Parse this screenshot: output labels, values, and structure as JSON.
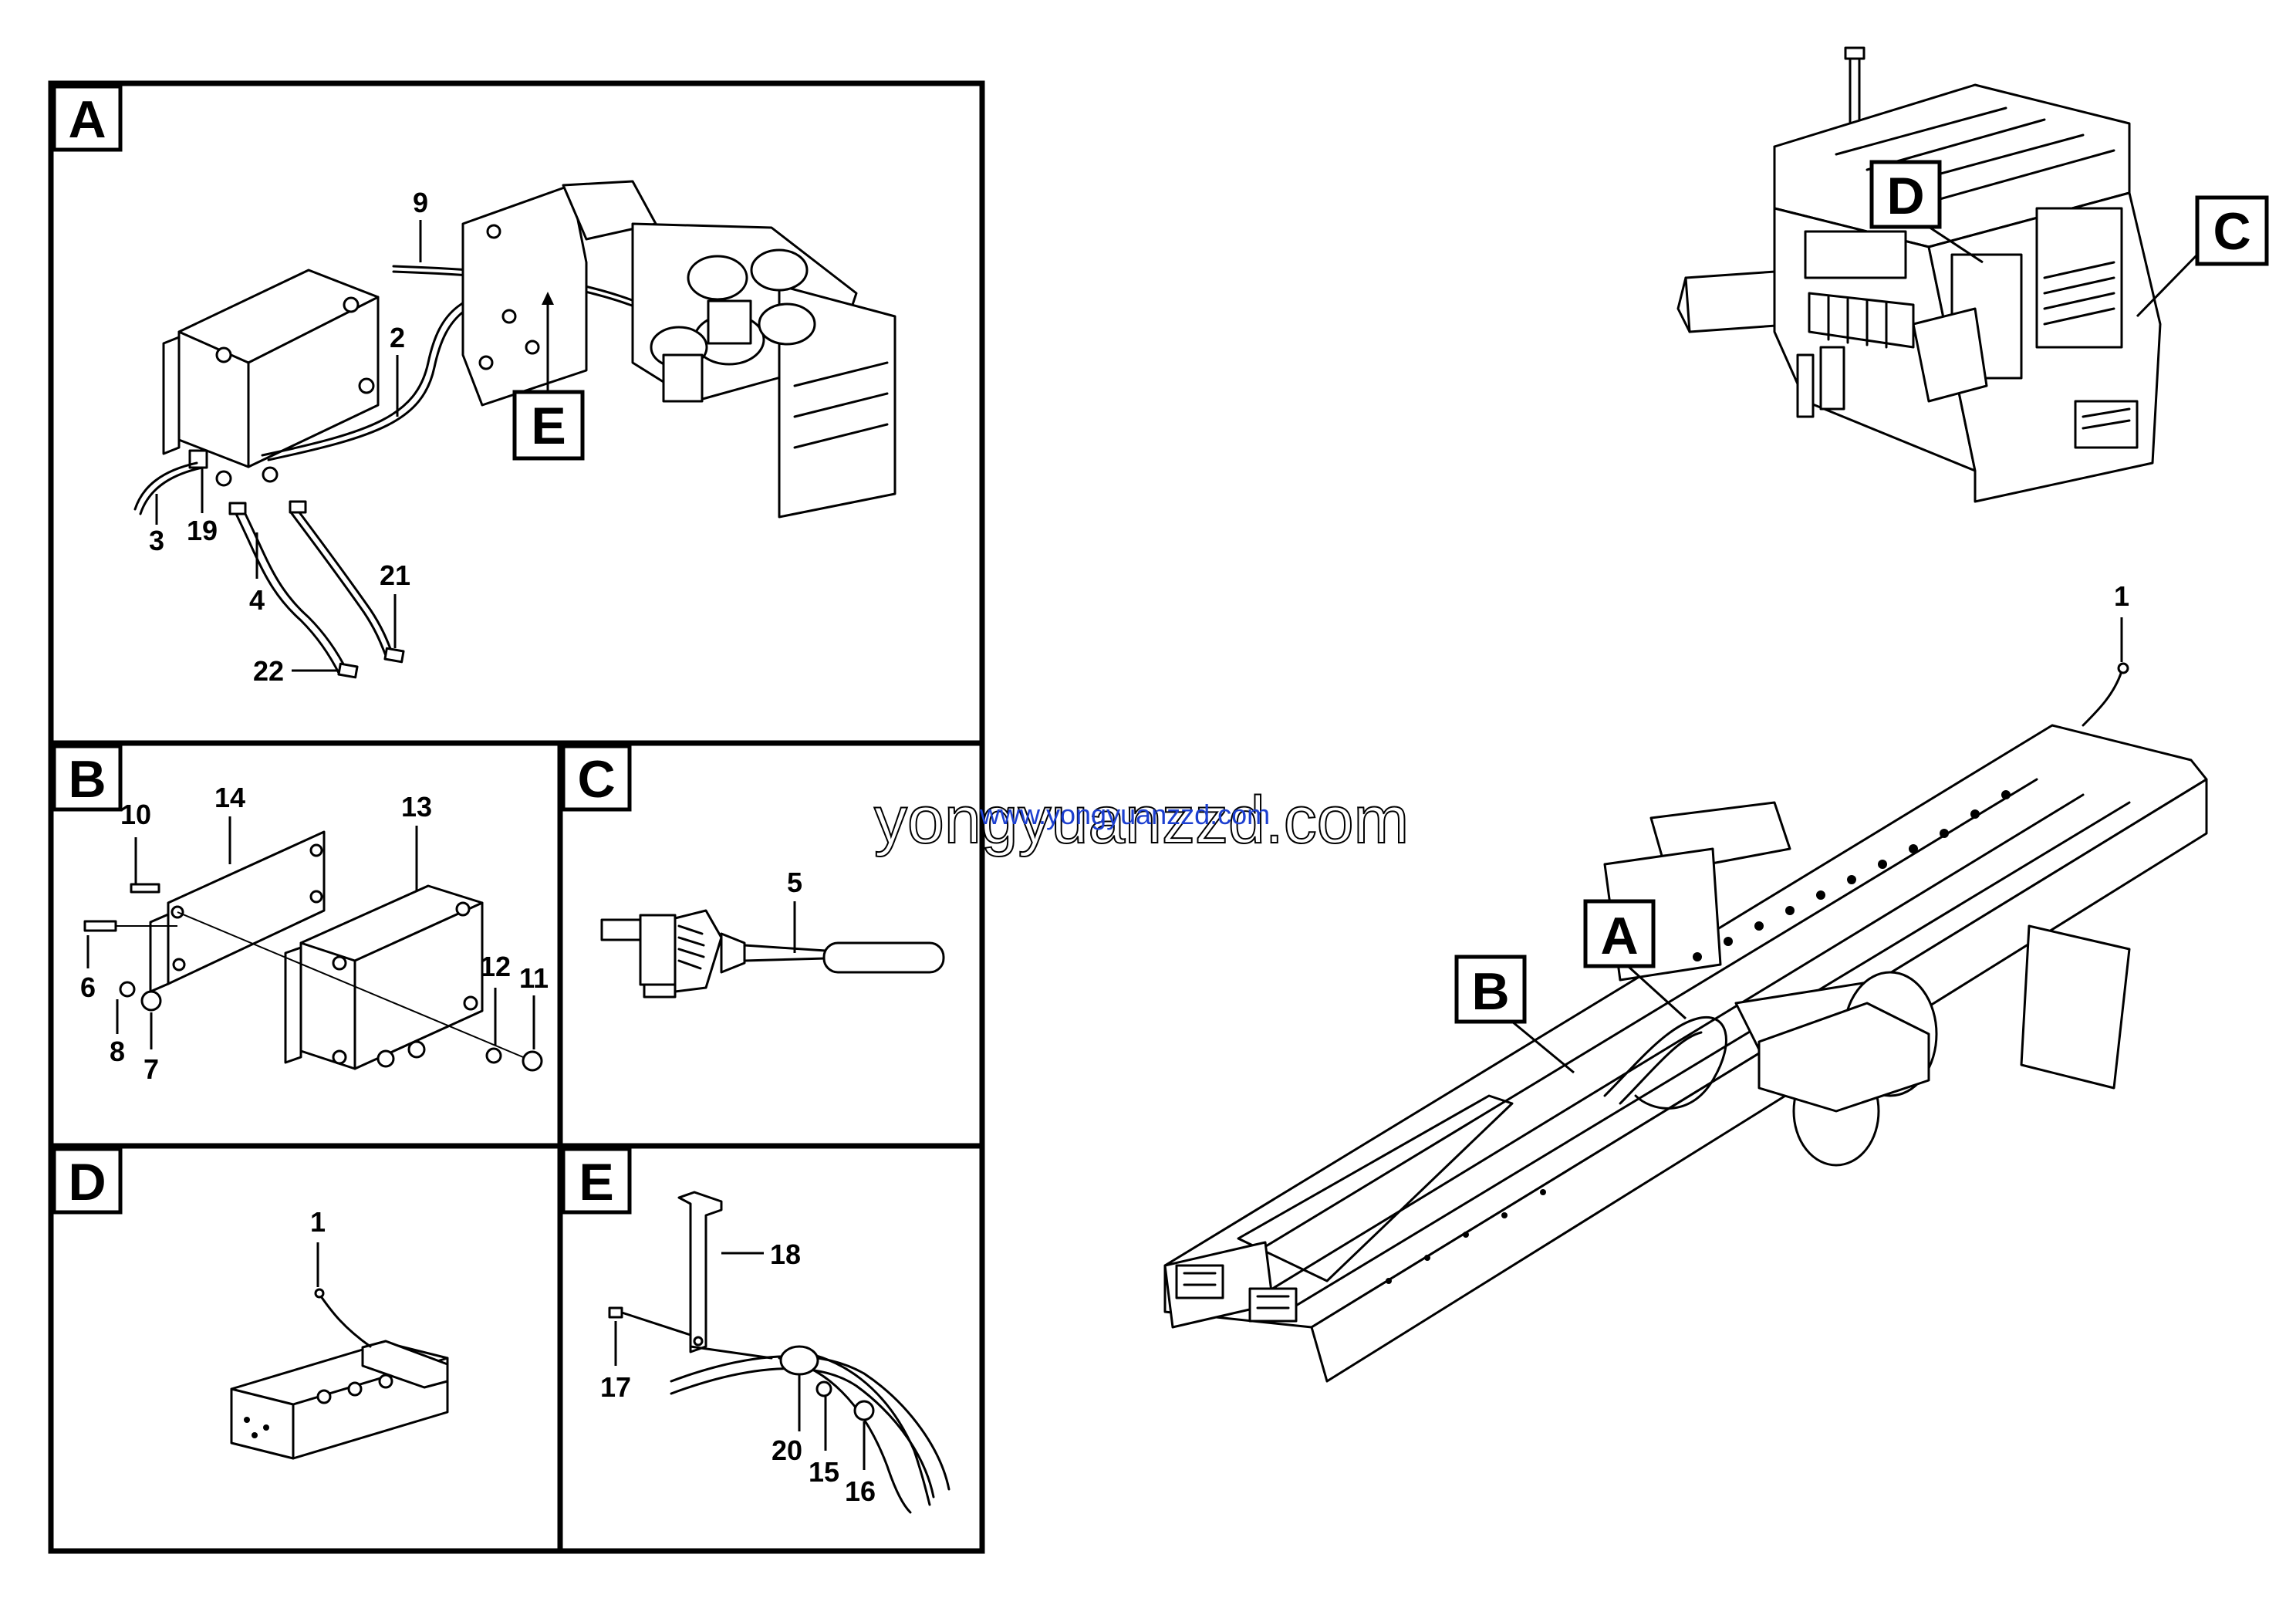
{
  "panels": {
    "A": {
      "tag": "A",
      "labels": [
        "9",
        "2",
        "E",
        "3",
        "19",
        "4",
        "21",
        "22"
      ]
    },
    "B": {
      "tag": "B",
      "labels": [
        "10",
        "14",
        "13",
        "6",
        "8",
        "7",
        "12",
        "11"
      ]
    },
    "C": {
      "tag": "C",
      "labels": [
        "5"
      ]
    },
    "D": {
      "tag": "D",
      "labels": [
        "1"
      ]
    },
    "E": {
      "tag": "E",
      "labels": [
        "18",
        "17",
        "20",
        "15",
        "16"
      ]
    }
  },
  "overview": {
    "cab_tags": [
      "D",
      "C"
    ],
    "chassis_tags": [
      "A",
      "B"
    ],
    "chassis_label": "1"
  },
  "watermark": {
    "outline": "yongyuanzzd.com",
    "blue": "www.yongyuanzzd.com"
  }
}
